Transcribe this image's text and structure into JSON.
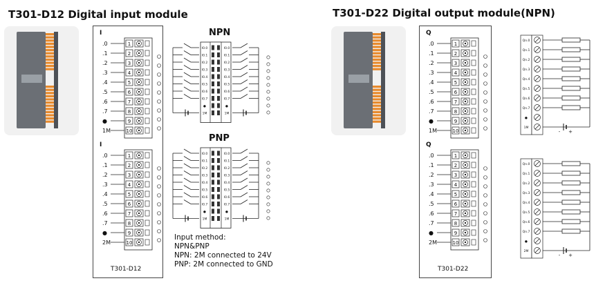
{
  "input_module": {
    "title": "T301-D12 Digital input module",
    "model_caption": "T301-D12",
    "group_label": "I",
    "channel_labels": [
      ".0",
      ".1",
      ".2",
      ".3",
      ".4",
      ".5",
      ".6",
      ".7",
      "●",
      "1M"
    ],
    "channel_labels_lower": [
      ".0",
      ".1",
      ".2",
      ".3",
      ".4",
      ".5",
      ".6",
      ".7",
      "●",
      "2M"
    ],
    "terminal_numbers": [
      "1",
      "2",
      "3",
      "4",
      "5",
      "6",
      "7",
      "8",
      "9",
      "10"
    ],
    "npn_heading": "NPN",
    "pnp_heading": "PNP",
    "input_pins": [
      "I0.0",
      "I0.1",
      "I0.2",
      "I0.3",
      "I0.4",
      "I0.5",
      "I0.6",
      "I0.7",
      "●",
      "1M"
    ],
    "note": "Input method:\nNPN&PNP\nNPN: 2M connected to 24V\nPNP: 2M connected to GND"
  },
  "output_module": {
    "title": "T301-D22 Digital output module(NPN)",
    "model_caption": "T301-D22",
    "group_label": "Q",
    "channel_labels": [
      ".0",
      ".1",
      ".2",
      ".3",
      ".4",
      ".5",
      ".6",
      ".7",
      "●",
      "1M"
    ],
    "channel_labels_lower": [
      ".0",
      ".1",
      ".2",
      ".3",
      ".4",
      ".5",
      ".6",
      ".7",
      "●",
      "2M"
    ],
    "terminal_numbers": [
      "1",
      "2",
      "3",
      "4",
      "5",
      "6",
      "7",
      "8",
      "9",
      "10"
    ],
    "output_pins": [
      "Qn.0",
      "Qn.1",
      "Qn.2",
      "Qn.3",
      "Qn.4",
      "Qn.5",
      "Qn.6",
      "Qn.7",
      "●",
      "1M"
    ],
    "output_pins_lower": [
      "Qn.0",
      "Qn.1",
      "Qn.2",
      "Qn.3",
      "Qn.4",
      "Qn.5",
      "Qn.6",
      "Qn.7",
      "●",
      "2M"
    ]
  },
  "colors": {
    "terminal": "#333333",
    "photo_bg": "#f1f1f1",
    "module_orange": "#e88a2c",
    "module_grey": "#6b6f75"
  }
}
